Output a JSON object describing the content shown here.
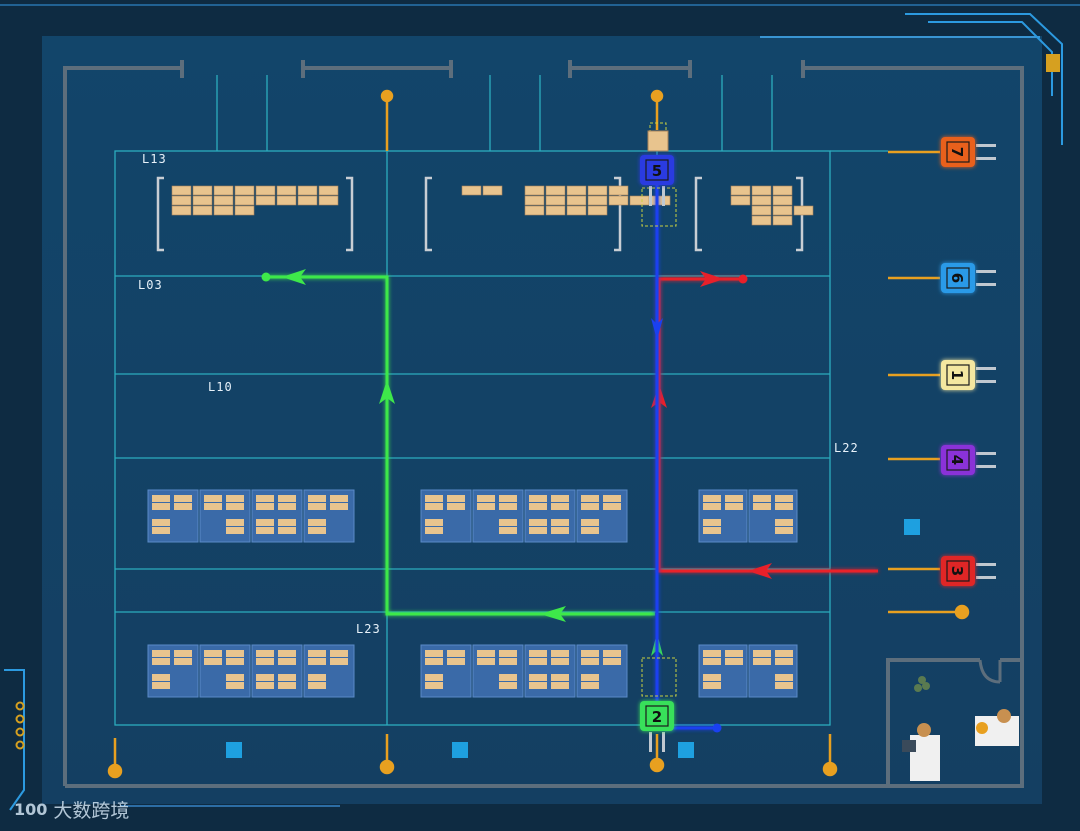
{
  "brand": {
    "mark": "100",
    "text": "大数跨境"
  },
  "zones": {
    "L13": "L13",
    "L03": "L03",
    "L10": "L10",
    "L22": "L22",
    "L23": "L23"
  },
  "agvs": [
    {
      "id": "agv-1",
      "label": "1",
      "color": "#f4e7a0"
    },
    {
      "id": "agv-2",
      "label": "2",
      "color": "#38e05a"
    },
    {
      "id": "agv-3",
      "label": "3",
      "color": "#e02828"
    },
    {
      "id": "agv-4",
      "label": "4",
      "color": "#8a30d8"
    },
    {
      "id": "agv-5",
      "label": "5",
      "color": "#2a3ae0"
    },
    {
      "id": "agv-6",
      "label": "6",
      "color": "#2a9ae8"
    },
    {
      "id": "agv-7",
      "label": "7",
      "color": "#e8601c"
    }
  ],
  "routes": {
    "green": "#3ee84a",
    "red": "#e8202a",
    "blue": "#1a40f0"
  },
  "colors": {
    "grid": "#2fb8c8",
    "wall": "#5d6e7c",
    "peg": "#e8a020",
    "rack": "#3a6aa8",
    "box": "#e8c48e"
  }
}
